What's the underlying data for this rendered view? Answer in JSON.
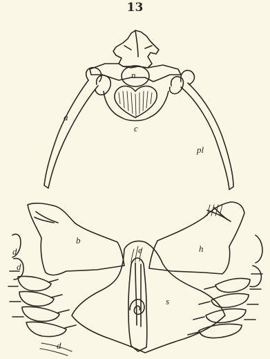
{
  "figure": {
    "number": "13"
  },
  "labels": {
    "n": "n",
    "a": "a",
    "c": "c",
    "pl": "pl",
    "b": "b",
    "e": "e",
    "h": "h",
    "s": "s",
    "d_upper": "d",
    "d_middle": "d",
    "d_lower": "d"
  },
  "colors": {
    "ink": "#2a2620",
    "paper": "#fbf7e6"
  }
}
